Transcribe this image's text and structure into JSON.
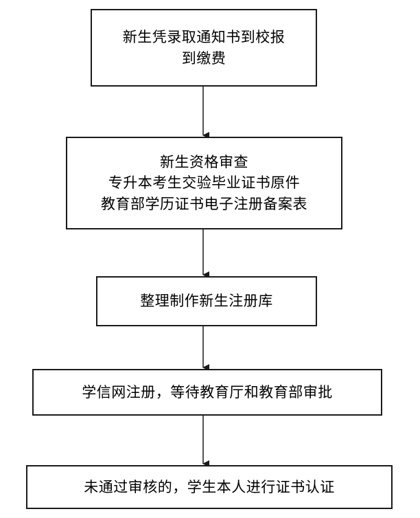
{
  "flowchart": {
    "steps": [
      {
        "lines": [
          "新生凭录取通知书到校报",
          "到缴费"
        ]
      },
      {
        "lines": [
          "新生资格审查",
          "专升本考生交验毕业证书原件",
          "教育部学历证书电子注册备案表"
        ]
      },
      {
        "lines": [
          "整理制作新生注册库"
        ]
      },
      {
        "lines": [
          "学信网注册，等待教育厅和教育部审批"
        ]
      },
      {
        "lines": [
          "未通过审核的，学生本人进行证书认证"
        ]
      }
    ]
  },
  "colors": {
    "border": "#1a1a1a",
    "arrow": "#1a1a1a",
    "background": "#ffffff"
  }
}
